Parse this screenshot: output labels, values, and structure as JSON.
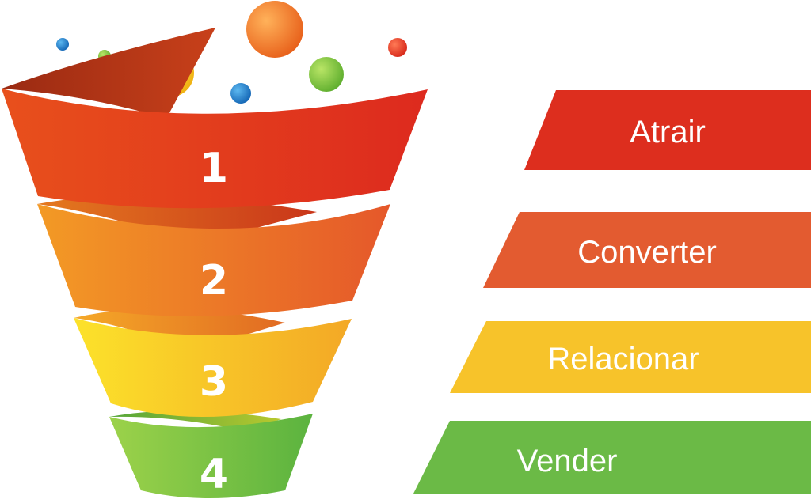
{
  "funnel": {
    "stages": [
      {
        "number": "1",
        "label": "Atrair",
        "color": "#DD2E1E"
      },
      {
        "number": "2",
        "label": "Converter",
        "color": "#E35B30"
      },
      {
        "number": "3",
        "label": "Relacionar",
        "color": "#F7C32A"
      },
      {
        "number": "4",
        "label": "Vender",
        "color": "#6BBA46"
      }
    ]
  },
  "balls": [
    {
      "color": "#F0732A",
      "icon": "orange-ball"
    },
    {
      "color": "#F5C518",
      "icon": "yellow-ball"
    },
    {
      "color": "#7DC143",
      "icon": "green-ball"
    },
    {
      "color": "#1E88D0",
      "icon": "blue-ball"
    },
    {
      "color": "#1E88D0",
      "icon": "blue-ball"
    },
    {
      "color": "#7DC143",
      "icon": "green-ball"
    },
    {
      "color": "#E53A1E",
      "icon": "red-ball"
    }
  ]
}
